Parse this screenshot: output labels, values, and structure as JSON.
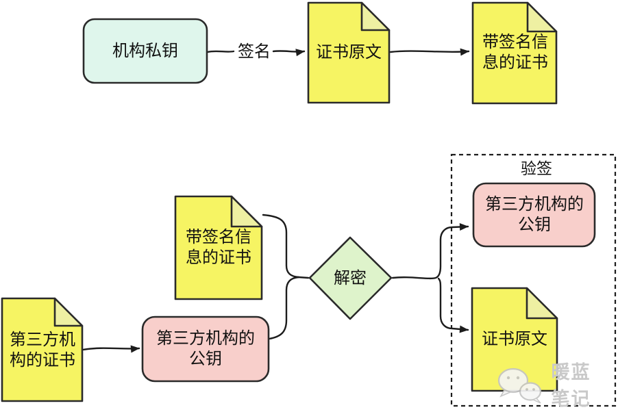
{
  "diagram": {
    "sign_flow": {
      "org_private_key": "机构私钥",
      "sign_arrow_label": "签名",
      "cert_original": "证书原文",
      "signed_cert": "带签名信息的证书"
    },
    "verify_flow": {
      "third_party_cert": "第三方机构的证书",
      "third_party_public_key": "第三方机构的公钥",
      "signed_cert": "带签名信息的证书",
      "decrypt": "解密",
      "verify_group_label": "验签",
      "verified_public_key": "第三方机构的公钥",
      "verified_cert_original": "证书原文"
    }
  },
  "watermark": {
    "text": "暖蓝笔记",
    "icon": "wechat-chat-bubbles-icon"
  },
  "colors": {
    "doc_yellow": "#f6f463",
    "doc_fold_yellow": "#eef0a2",
    "mint": "#dff6ec",
    "pink": "#f8cfcb",
    "diamond_green": "#def3cb",
    "line": "#1c1c1c",
    "watermark_gray": "#c9c9c9"
  }
}
